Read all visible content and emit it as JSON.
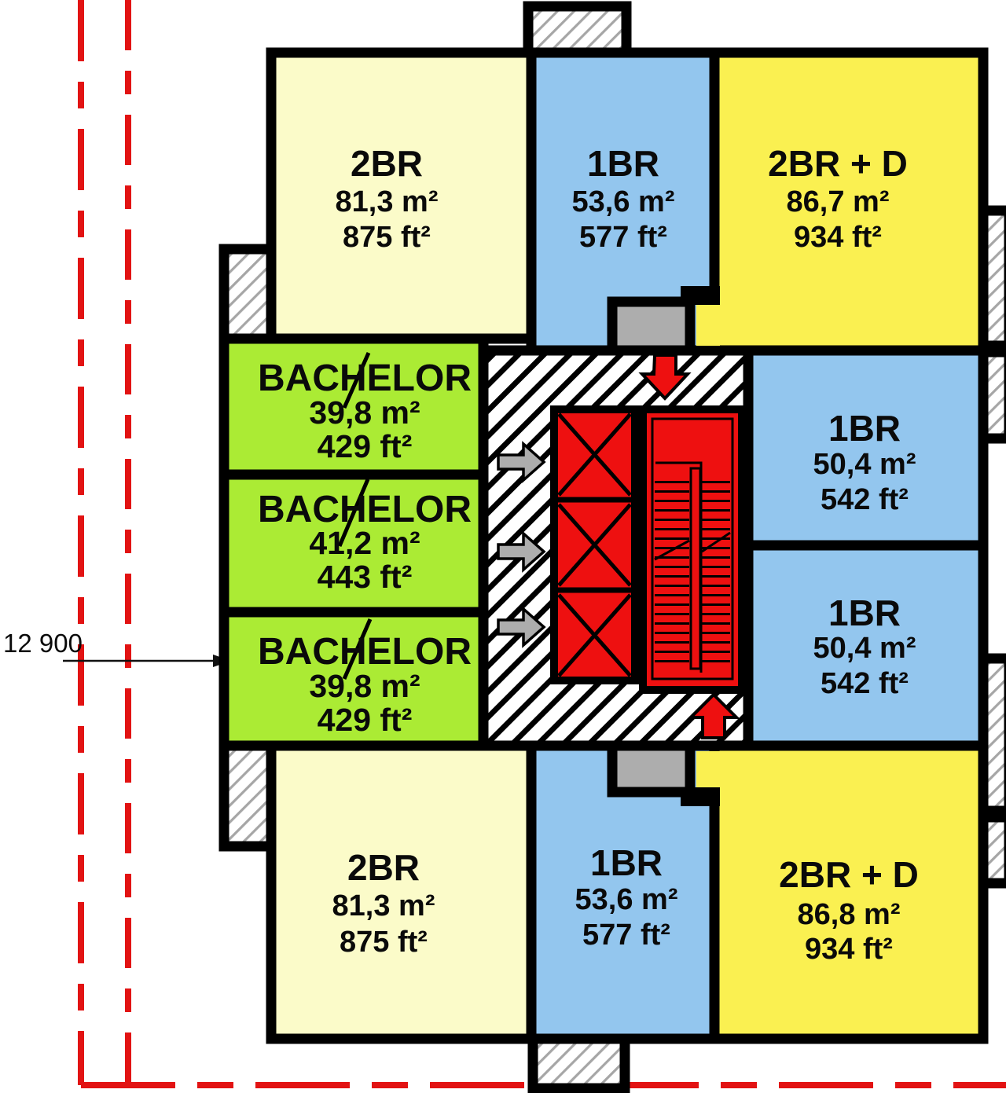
{
  "dimension_label": "12 900",
  "colors": {
    "cream": "#FBFBC9",
    "yellow": "#FAF051",
    "blue": "#93C6EE",
    "green": "#ABEB34",
    "red": "#EE1010",
    "gray": "#ADADAD",
    "property_line": "#E21313",
    "wall": "#000000"
  },
  "icons": {
    "down_arrow": "red-down-arrow-icon",
    "up_arrow": "red-up-arrow-icon",
    "unit_entry_arrow": "gray-right-arrow-icon",
    "elevator": "elevator-x-icon",
    "stairs": "stair-treads-icon"
  },
  "units": [
    {
      "id": "unit-2br-top-left",
      "label": "2BR",
      "area_m2": "81,3 m²",
      "area_ft2": "875 ft²"
    },
    {
      "id": "unit-1br-top",
      "label": "1BR",
      "area_m2": "53,6 m²",
      "area_ft2": "577 ft²"
    },
    {
      "id": "unit-2br-d-top-right",
      "label": "2BR + D",
      "area_m2": "86,7 m²",
      "area_ft2": "934 ft²"
    },
    {
      "id": "unit-bachelor-upper",
      "label": "BACHELOR",
      "area_m2": "39,8 m²",
      "area_ft2": "429 ft²"
    },
    {
      "id": "unit-bachelor-middle",
      "label": "BACHELOR",
      "area_m2": "41,2 m²",
      "area_ft2": "443 ft²"
    },
    {
      "id": "unit-bachelor-lower",
      "label": "BACHELOR",
      "area_m2": "39,8 m²",
      "area_ft2": "429 ft²"
    },
    {
      "id": "unit-1br-right-upper",
      "label": "1BR",
      "area_m2": "50,4 m²",
      "area_ft2": "542 ft²"
    },
    {
      "id": "unit-1br-right-lower",
      "label": "1BR",
      "area_m2": "50,4 m²",
      "area_ft2": "542 ft²"
    },
    {
      "id": "unit-2br-bottom-left",
      "label": "2BR",
      "area_m2": "81,3 m²",
      "area_ft2": "875 ft²"
    },
    {
      "id": "unit-1br-bottom",
      "label": "1BR",
      "area_m2": "53,6 m²",
      "area_ft2": "577 ft²"
    },
    {
      "id": "unit-2br-d-bottom-right",
      "label": "2BR + D",
      "area_m2": "86,8 m²",
      "area_ft2": "934 ft²"
    }
  ]
}
